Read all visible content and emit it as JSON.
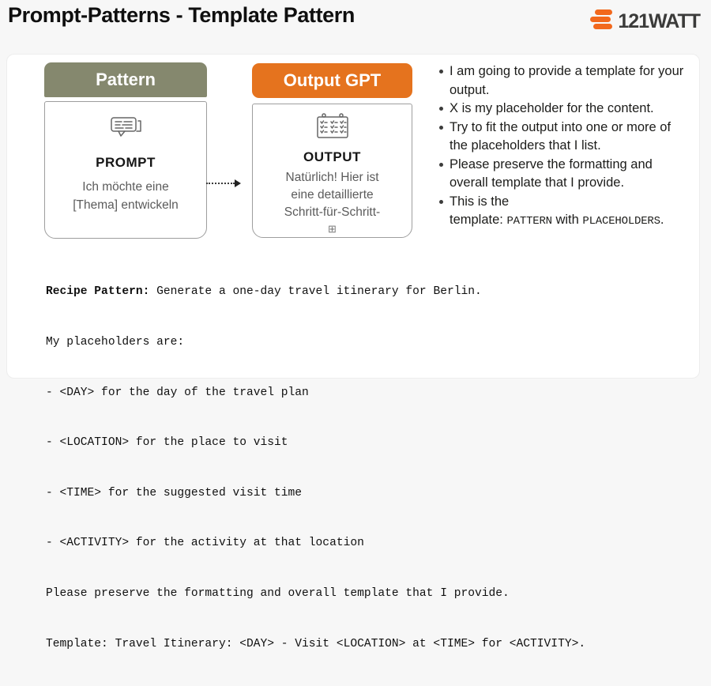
{
  "header": {
    "title": "Prompt-Patterns - Template Pattern",
    "logo_text": "121WATT"
  },
  "colors": {
    "olive": "#85886E",
    "orange": "#E5731E",
    "logo-orange": "#F2681C",
    "card-border": "#9E9E9E",
    "muted": "#5B5B5B"
  },
  "icons": {
    "logo_mark": "logo-bars-icon",
    "pattern_icon": "speech-bubble-icon",
    "output_icon": "calendar-checklist-icon",
    "expand_glyph": "⊞",
    "arrow": "dotted-arrow-right"
  },
  "pattern_card": {
    "header_label": "Pattern",
    "title": "PROMPT",
    "line1": "Ich möchte eine",
    "line2": "[Thema] entwickeln"
  },
  "output_card": {
    "header_label": "Output GPT",
    "title": "OUTPUT",
    "line1": "Natürlich! Hier ist",
    "line2": "eine detaillierte",
    "line3": "Schritt-für-Schritt-"
  },
  "bullets": {
    "items": [
      "I am going to provide a template for your output.",
      "X is my placeholder for the content.",
      "Try to fit the output into one or more of the placeholders that I list.",
      "Please preserve the formatting and overall template that I provide."
    ],
    "last": {
      "lead": "This is the",
      "label": "template: ",
      "mono_a": "PATTERN",
      "mid": " with ",
      "mono_b": "PLACEHOLDERS",
      "end": "."
    }
  },
  "prompt_text": {
    "line1_bold": "Recipe Pattern:",
    "line1_rest": " Generate a one-day travel itinerary for Berlin.",
    "lines": [
      "My placeholders are:",
      "- <DAY> for the day of the travel plan",
      "- <LOCATION> for the place to visit",
      "- <TIME> for the suggested visit time",
      "- <ACTIVITY> for the activity at that location",
      "Please preserve the formatting and overall template that I provide.",
      "Template: Travel Itinerary: <DAY> - Visit <LOCATION> at <TIME> for <ACTIVITY>."
    ]
  }
}
